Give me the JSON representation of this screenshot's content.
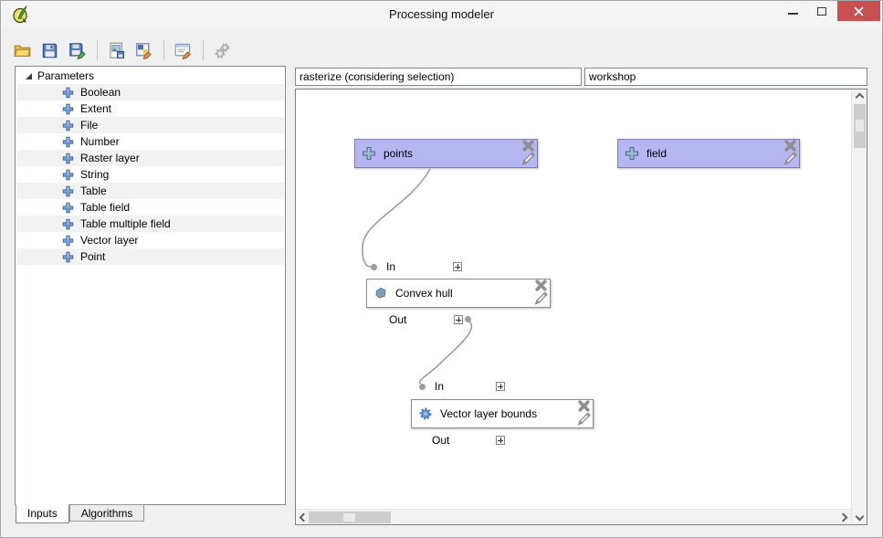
{
  "window": {
    "title": "Processing modeler"
  },
  "toolbar": {
    "buttons": [
      {
        "icon": "open-model-icon"
      },
      {
        "icon": "save-model-icon"
      },
      {
        "icon": "save-model-as-icon"
      },
      {
        "icon": "export-image-icon"
      },
      {
        "icon": "export-python-icon"
      },
      {
        "icon": "edit-help-icon"
      },
      {
        "icon": "run-model-icon"
      }
    ]
  },
  "model": {
    "name": "rasterize (considering selection)",
    "group": "workshop"
  },
  "sidebar": {
    "root_label": "Parameters",
    "items": [
      "Boolean",
      "Extent",
      "File",
      "Number",
      "Raster layer",
      "String",
      "Table",
      "Table field",
      "Table multiple field",
      "Vector layer",
      "Point"
    ],
    "tabs": [
      {
        "label": "Inputs",
        "active": true
      },
      {
        "label": "Algorithms",
        "active": false
      }
    ]
  },
  "canvas": {
    "parameters": [
      {
        "label": "points"
      },
      {
        "label": "field"
      }
    ],
    "algorithms": [
      {
        "label": "Convex hull",
        "in_label": "In",
        "out_label": "Out"
      },
      {
        "label": "Vector layer bounds",
        "in_label": "In",
        "out_label": "Out"
      }
    ]
  },
  "colors": {
    "close_button": "#c75050",
    "parameter_node_fill": "#b6b6f2",
    "algorithm_node_fill": "#ffffff",
    "wire": "#9e9e9e",
    "tree_plus_blue": "#7da3d4"
  }
}
